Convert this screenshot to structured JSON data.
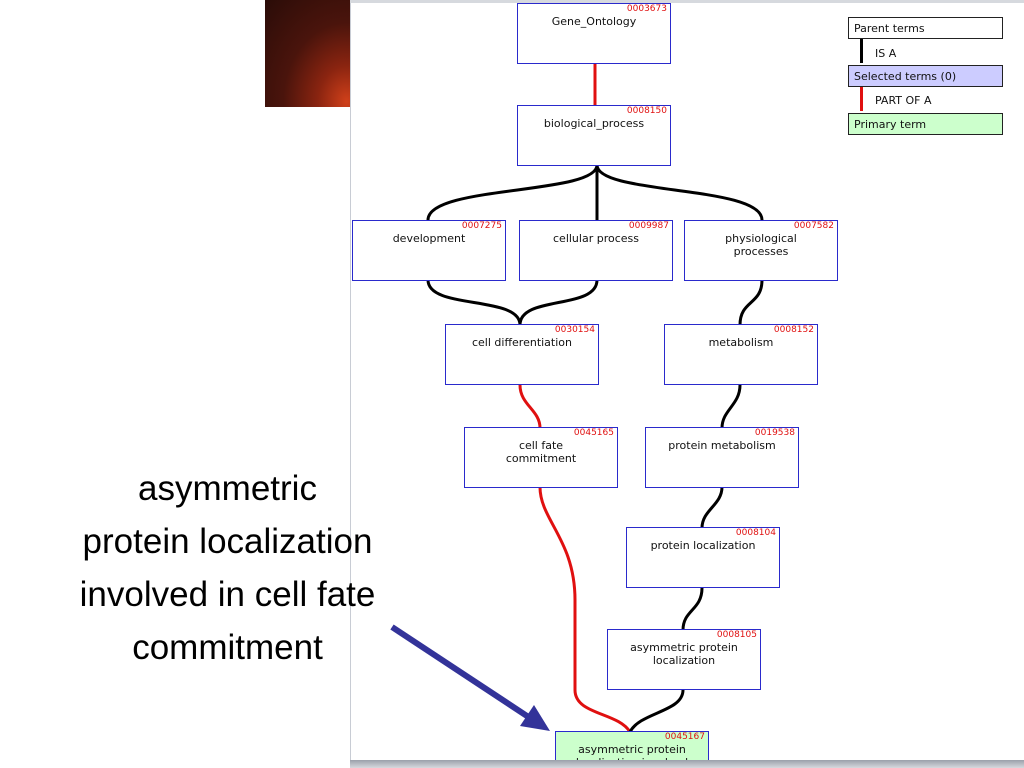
{
  "callout": {
    "text": "asymmetric\nprotein localization\ninvolved in cell fate\ncommitment"
  },
  "legend": {
    "parent_terms": "Parent terms",
    "is_a": "IS A",
    "selected_terms": "Selected terms (0)",
    "part_of_a": "PART OF A",
    "primary_term": "Primary term"
  },
  "nodes": {
    "gene_ontology": {
      "id": "0003673",
      "label": "Gene_Ontology"
    },
    "biological_process": {
      "id": "0008150",
      "label": "biological_process"
    },
    "development": {
      "id": "0007275",
      "label": "development"
    },
    "cellular_process": {
      "id": "0009987",
      "label": "cellular process"
    },
    "physiological_processes": {
      "id": "0007582",
      "label": "physiological\nprocesses"
    },
    "cell_differentiation": {
      "id": "0030154",
      "label": "cell differentiation"
    },
    "metabolism": {
      "id": "0008152",
      "label": "metabolism"
    },
    "cell_fate_commitment": {
      "id": "0045165",
      "label": "cell fate\ncommitment"
    },
    "protein_metabolism": {
      "id": "0019538",
      "label": "protein metabolism"
    },
    "protein_localization": {
      "id": "0008104",
      "label": "protein localization"
    },
    "asymmetric_protein_localization": {
      "id": "0008105",
      "label": "asymmetric protein\nlocalization"
    },
    "asymmetric_protein_localization_involved": {
      "id": "0045167",
      "label": "asymmetric protein\nlocalization involved"
    }
  },
  "colors": {
    "is_a_edge": "#000000",
    "part_of_edge": "#e01010",
    "node_border": "#2a2acc",
    "selected_bg": "#ccccff",
    "primary_bg": "#ccffcc",
    "arrow": "#333399"
  }
}
